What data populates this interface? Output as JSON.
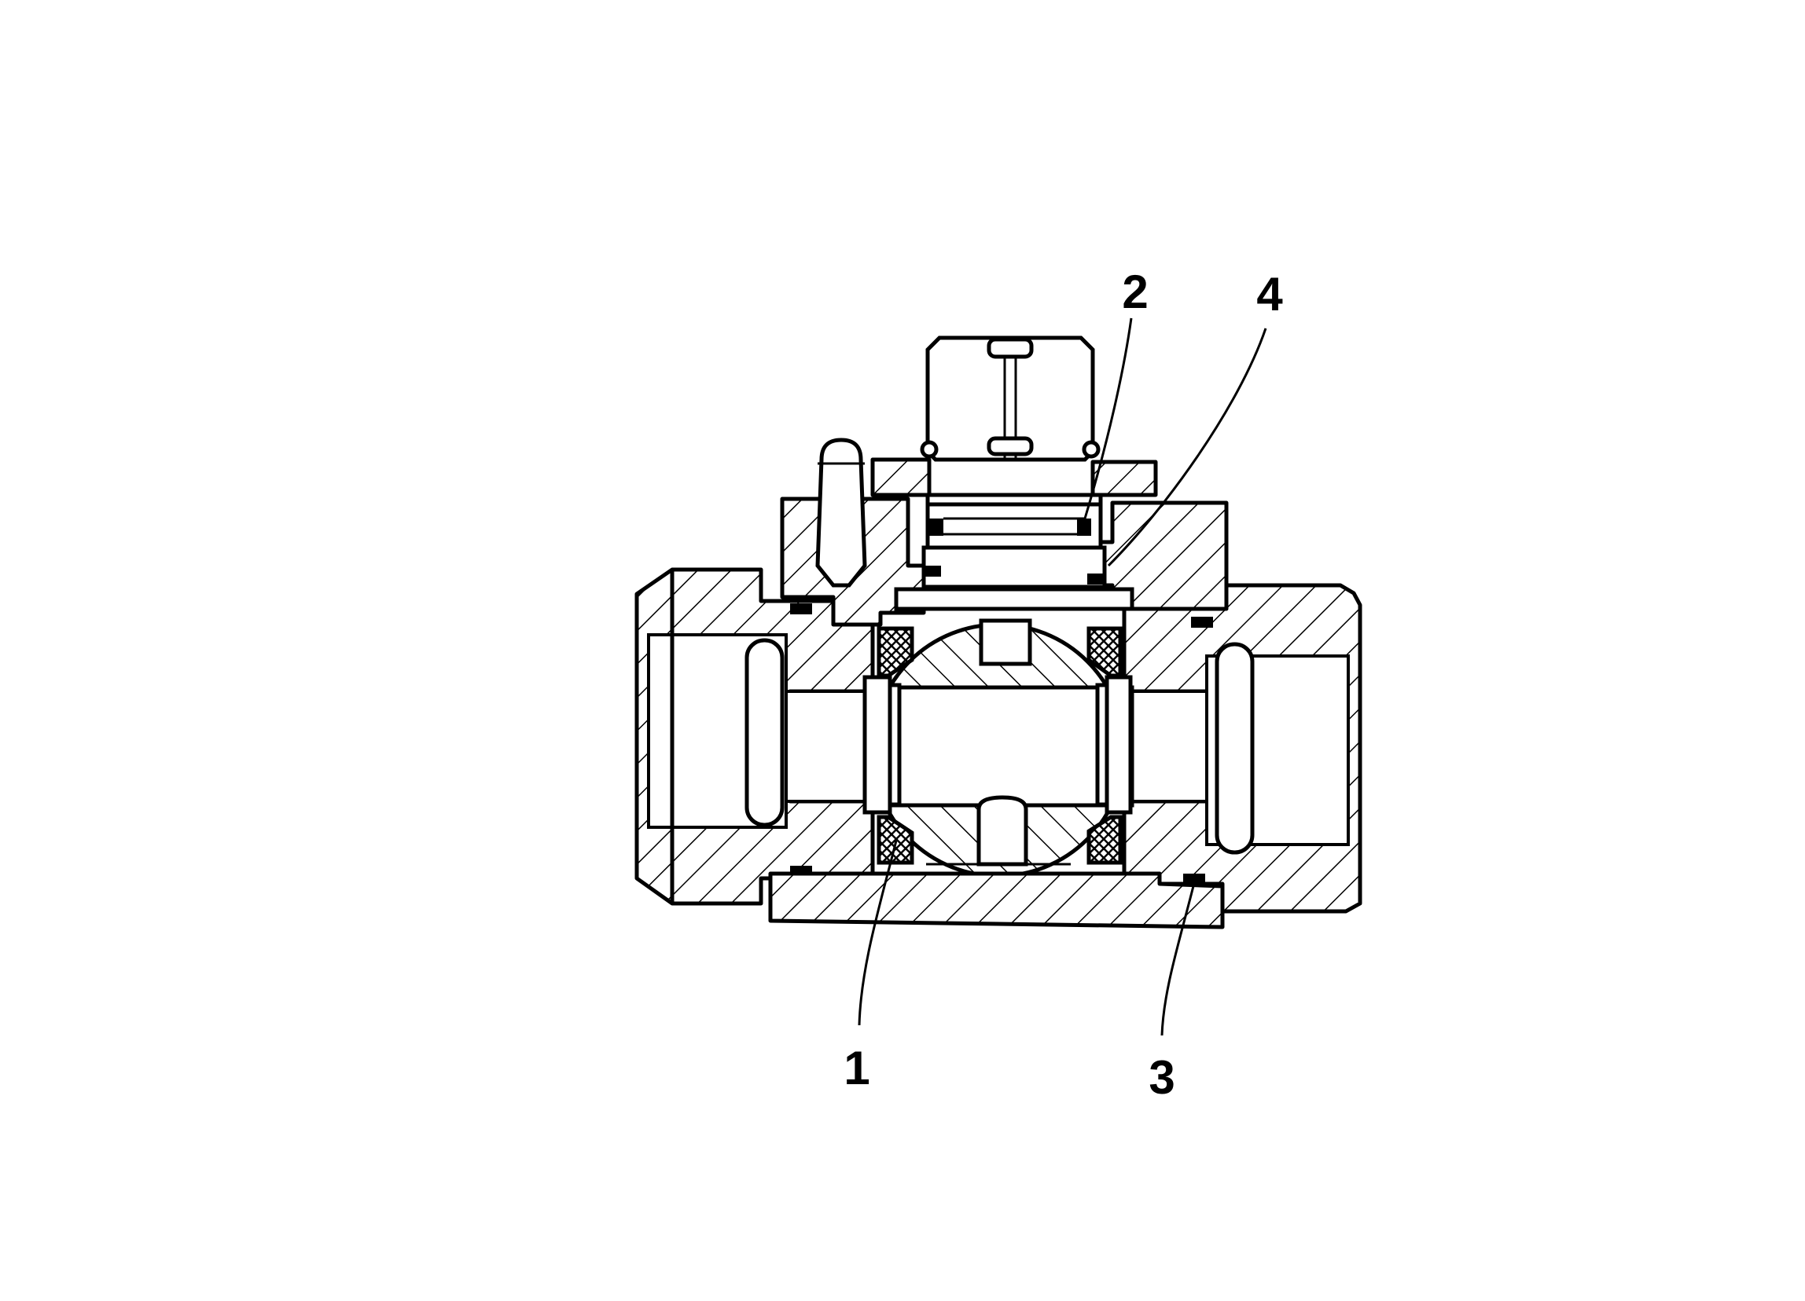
{
  "diagram": {
    "labels": [
      {
        "id": "1",
        "text": "1"
      },
      {
        "id": "2",
        "text": "2"
      },
      {
        "id": "3",
        "text": "3"
      },
      {
        "id": "4",
        "text": "4"
      }
    ]
  }
}
